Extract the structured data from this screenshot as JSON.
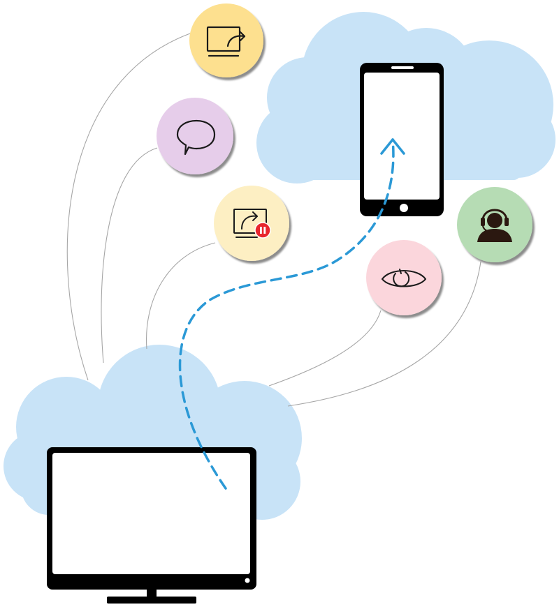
{
  "diagram": {
    "nodes": [
      {
        "id": "screen-share",
        "icon": "screen-share-icon",
        "color": "#fde08f"
      },
      {
        "id": "chat",
        "icon": "chat-bubble-icon",
        "color": "#e6cdea"
      },
      {
        "id": "pause-sharing",
        "icon": "screen-share-pause-icon",
        "color": "#fdefc3"
      },
      {
        "id": "view",
        "icon": "eye-icon",
        "color": "#fbd6dc"
      },
      {
        "id": "support",
        "icon": "headset-agent-icon",
        "color": "#b6dcb4"
      }
    ],
    "colors": {
      "cloud": "#c8e3f7",
      "device_frame": "#000000",
      "connector": "#a6a6a6",
      "flow_arrow": "#2b99d6",
      "pause_badge": "#e8262d"
    }
  }
}
